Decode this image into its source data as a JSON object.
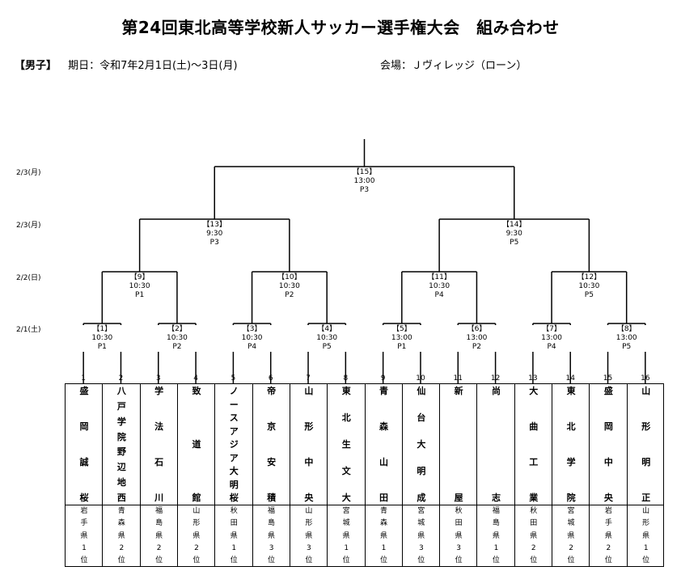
{
  "title": "第24回東北高等学校新人サッカー選手権大会　組み合わせ",
  "category": "【男子】",
  "period_label": "期日：令和7年2月1日(土)～3日(月)",
  "venue_label": "会場：Ｊヴィレッジ（ローン）",
  "dates": [
    "2/3(月)",
    "2/3(月)",
    "2/2(日)",
    "2/1(土)"
  ],
  "matches": [
    {
      "no": "【1】",
      "time": "10:30",
      "pitch": "P1"
    },
    {
      "no": "【2】",
      "time": "10:30",
      "pitch": "P2"
    },
    {
      "no": "【3】",
      "time": "10:30",
      "pitch": "P4"
    },
    {
      "no": "【4】",
      "time": "10:30",
      "pitch": "P5"
    },
    {
      "no": "【5】",
      "time": "13:00",
      "pitch": "P1"
    },
    {
      "no": "【6】",
      "time": "13:00",
      "pitch": "P2"
    },
    {
      "no": "【7】",
      "time": "13:00",
      "pitch": "P4"
    },
    {
      "no": "【8】",
      "time": "13:00",
      "pitch": "P5"
    },
    {
      "no": "【9】",
      "time": "10:30",
      "pitch": "P1"
    },
    {
      "no": "【10】",
      "time": "10:30",
      "pitch": "P2"
    },
    {
      "no": "【11】",
      "time": "10:30",
      "pitch": "P4"
    },
    {
      "no": "【12】",
      "time": "10:30",
      "pitch": "P5"
    },
    {
      "no": "【13】",
      "time": "9:30",
      "pitch": "P3"
    },
    {
      "no": "【14】",
      "time": "9:30",
      "pitch": "P5"
    },
    {
      "no": "【15】",
      "time": "13:00",
      "pitch": "P3"
    }
  ],
  "teams": [
    {
      "seed": "1",
      "name": "盛岡誠桜",
      "qual": "岩手県1位"
    },
    {
      "seed": "2",
      "name": "八戸学院野辺地西",
      "qual": "青森県2位"
    },
    {
      "seed": "3",
      "name": "学法石川",
      "qual": "福島県2位"
    },
    {
      "seed": "4",
      "name": "致道館",
      "qual": "山形県2位"
    },
    {
      "seed": "5",
      "name": "ノースアジア大明桜",
      "qual": "秋田県1位"
    },
    {
      "seed": "6",
      "name": "帝京安積",
      "qual": "福島県3位"
    },
    {
      "seed": "7",
      "name": "山形中央",
      "qual": "山形県3位"
    },
    {
      "seed": "8",
      "name": "東北生文大",
      "qual": "宮城県1位"
    },
    {
      "seed": "9",
      "name": "青森山田",
      "qual": "青森県1位"
    },
    {
      "seed": "10",
      "name": "仙台大明成",
      "qual": "宮城県3位"
    },
    {
      "seed": "11",
      "name": "新屋",
      "qual": "秋田県3位"
    },
    {
      "seed": "12",
      "name": "尚志",
      "qual": "福島県1位"
    },
    {
      "seed": "13",
      "name": "大曲工業",
      "qual": "秋田県2位"
    },
    {
      "seed": "14",
      "name": "東北学院",
      "qual": "宮城県2位"
    },
    {
      "seed": "15",
      "name": "盛岡中央",
      "qual": "岩手県2位"
    },
    {
      "seed": "16",
      "name": "山形明正",
      "qual": "山形県1位"
    }
  ]
}
